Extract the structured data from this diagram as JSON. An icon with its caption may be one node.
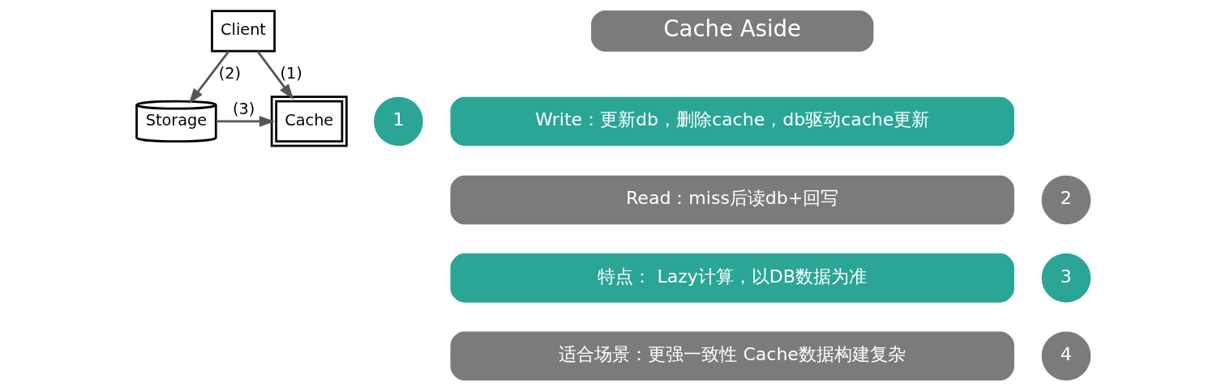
{
  "diagram": {
    "nodes": [
      {
        "text": [
          "Client"
        ]
      },
      {
        "text": [
          "Cache"
        ]
      },
      {
        "text": [
          "Storage"
        ]
      },
      {
        "text": [
          "Cache Aside"
        ]
      },
      {
        "text": [
          "1"
        ]
      },
      {
        "text": [
          "Write：更新db，删除cache，db驱动cache更新"
        ]
      },
      {
        "text": [
          "2"
        ]
      },
      {
        "text": [
          "Read：miss后读db+回写"
        ]
      },
      {
        "text": [
          "3"
        ]
      },
      {
        "text": [
          "特点： Lazy计算，以DB数据为准"
        ]
      },
      {
        "text": [
          "4"
        ]
      },
      {
        "text": [
          "适合场景：更强一致性 Cache数据构建复杂"
        ]
      }
    ],
    "edges": [
      {
        "from": 0,
        "to": 1,
        "arrow": "to",
        "label": "(1)"
      },
      {
        "from": 0,
        "to": 2,
        "arrow": "to",
        "label": "(2)"
      },
      {
        "from": 2,
        "to": 1,
        "arrow": "to",
        "label": "(3)"
      }
    ]
  }
}
